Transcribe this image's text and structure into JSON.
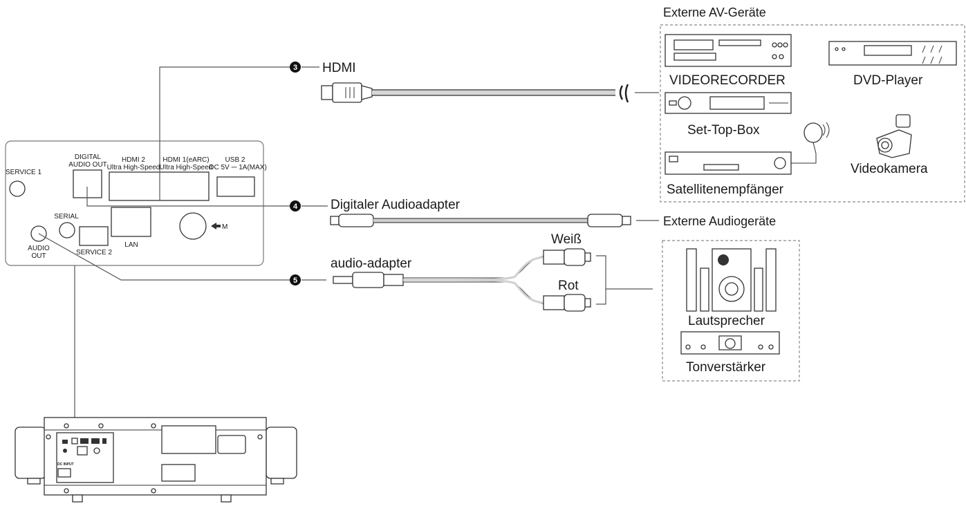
{
  "panel": {
    "service1": "SERVICE 1",
    "digital_audio_out_1": "DIGITAL",
    "digital_audio_out_2": "AUDIO OUT",
    "hdmi2_1": "HDMI 2",
    "hdmi2_2": "Ultra High-Speed",
    "hdmi1_1": "HDMI 1(eARC)",
    "hdmi1_2": "Ultra High-Speed",
    "usb2_1": "USB 2",
    "usb2_2": "DC 5V ⎓ 1A(MAX)",
    "serial": "SERIAL",
    "service2": "SERVICE 2",
    "lan": "LAN",
    "m": "M",
    "audio_out_1": "AUDIO",
    "audio_out_2": "OUT"
  },
  "cables": {
    "hdmi": {
      "number": "3",
      "label": "HDMI"
    },
    "digital": {
      "number": "4",
      "label": "Digitaler Audioadapter"
    },
    "audio": {
      "number": "5",
      "label": "audio-adapter"
    },
    "white": "Weiß",
    "red": "Rot"
  },
  "av_devices": {
    "title": "Externe AV-Geräte",
    "vcr": "VIDEORECORDER",
    "dvd": "DVD-Player",
    "stb": "Set-Top-Box",
    "sat": "Satellitenempfänger",
    "cam": "Videokamera"
  },
  "audio_devices": {
    "title": "Externe Audiogeräte",
    "speaker": "Lautsprecher",
    "amp": "Tonverstärker"
  },
  "back_unit": {
    "dc_input": "DC INPUT"
  }
}
